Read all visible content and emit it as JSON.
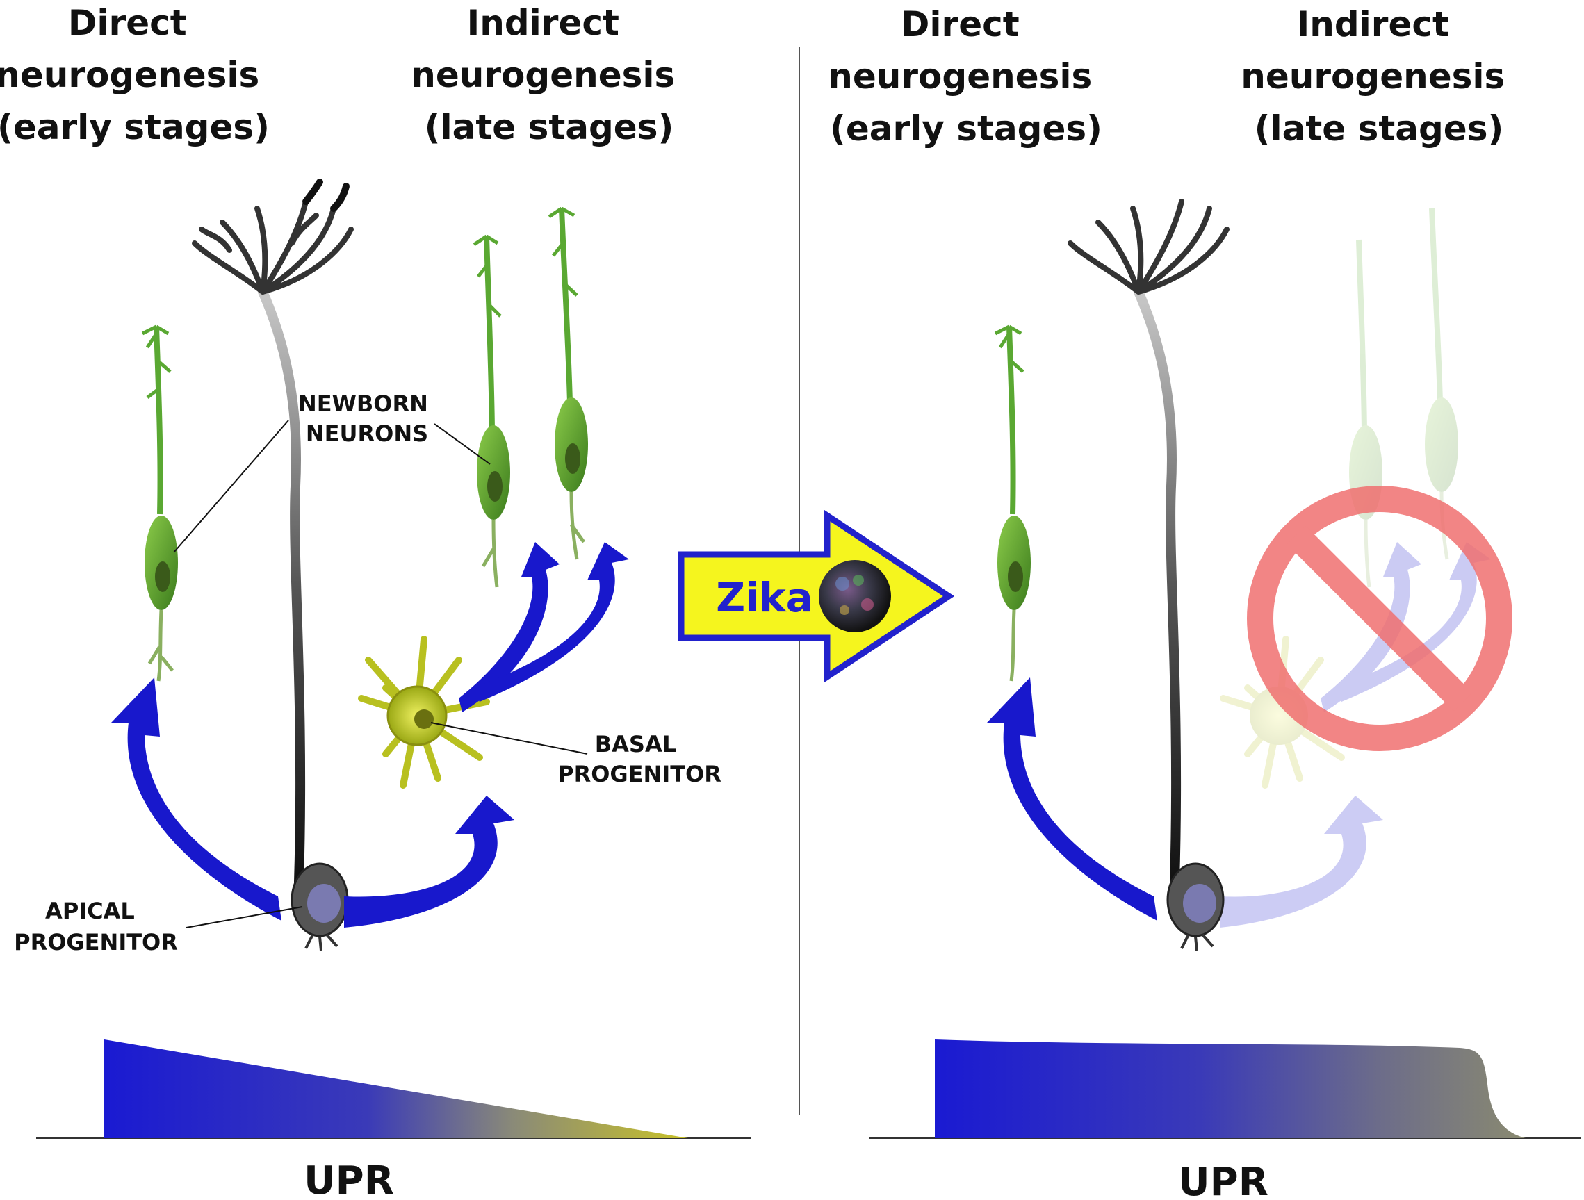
{
  "panels": [
    {
      "direct_title": [
        "Direct",
        "neurogenesis",
        "(early stages)"
      ],
      "indirect_title": [
        "Indirect",
        "neurogenesis",
        "(late stages)"
      ],
      "upr_label": "UPR"
    },
    {
      "direct_title": [
        "Direct",
        "neurogenesis",
        "(early stages)"
      ],
      "indirect_title": [
        "Indirect",
        "neurogenesis",
        "(late stages)"
      ],
      "upr_label": "UPR"
    }
  ],
  "labels": {
    "newborn_neurons": [
      "NEWBORN",
      "NEURONS"
    ],
    "basal_progenitor": [
      "BASAL",
      "PROGENITOR"
    ],
    "apical_progenitor": [
      "APICAL",
      "PROGENITOR"
    ]
  },
  "transition": {
    "label": "Zika"
  },
  "colors": {
    "arrow_blue": "#1818cc",
    "arrow_faded": "#c8c8f4",
    "neuron_green": "#5aa832",
    "basal_yellow": "#c8d21e",
    "zika_arrow_fill": "#f5f51e",
    "zika_arrow_border": "#2222cc",
    "prohibit_red": "#f07070",
    "upr_start": "#1a1ad2",
    "upr_end": "#c8c228"
  },
  "icons": [
    "neuron-icon",
    "radial-glia-icon",
    "basal-progenitor-icon",
    "apical-progenitor-icon",
    "zika-virus-icon",
    "prohibition-icon"
  ]
}
